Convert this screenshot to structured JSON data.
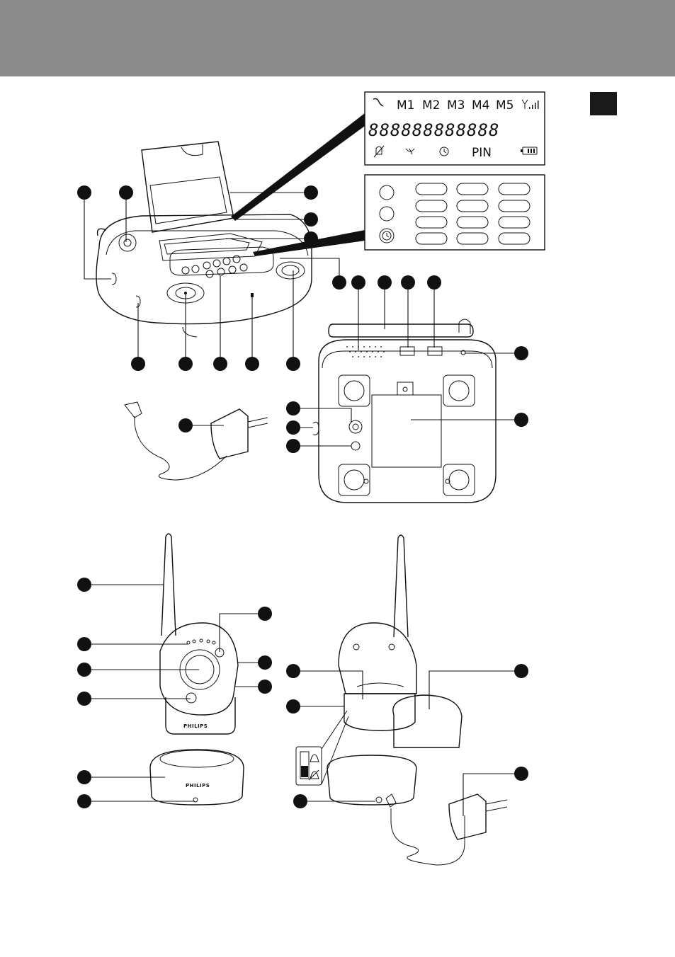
{
  "header": {
    "band_color": "#8c8c8c",
    "lang_tab_color": "#1a1a1a"
  },
  "lcd": {
    "row1": {
      "handset_icon": "handset-icon",
      "m1": "M1",
      "m2": "M2",
      "m3": "M3",
      "m4": "M4",
      "m5": "M5",
      "signal_icon": "signal-icon"
    },
    "digits": "888888888888",
    "row3": {
      "mute_icon": "mute-icon",
      "feed_icon": "feed-icon",
      "clock_icon": "clock-icon",
      "pin": "PIN",
      "battery_icon": "battery-icon"
    }
  },
  "brand": {
    "parent_unit": "PHILIPS",
    "charger": "PHILIPS"
  },
  "accent_colors": {
    "line": "#111111",
    "callout": "#111111"
  }
}
